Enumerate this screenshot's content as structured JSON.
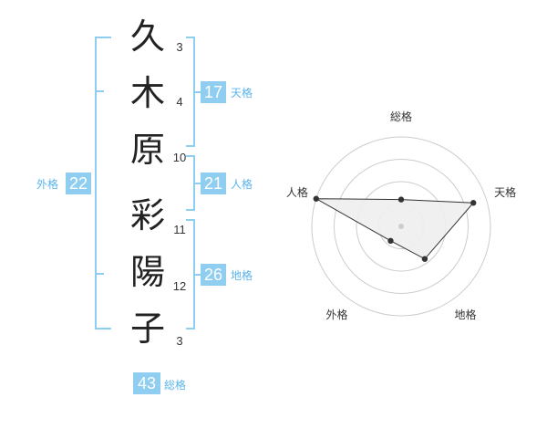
{
  "name": {
    "characters": [
      {
        "char": "久",
        "strokes": "3"
      },
      {
        "char": "木",
        "strokes": "4"
      },
      {
        "char": "原",
        "strokes": "10"
      },
      {
        "char": "彩",
        "strokes": "11"
      },
      {
        "char": "陽",
        "strokes": "12"
      },
      {
        "char": "子",
        "strokes": "3"
      }
    ]
  },
  "fortunes": {
    "tenkaku": {
      "label": "天格",
      "value": "17"
    },
    "jinkaku": {
      "label": "人格",
      "value": "21"
    },
    "chikaku": {
      "label": "地格",
      "value": "26"
    },
    "gaikaku": {
      "label": "外格",
      "value": "22"
    },
    "soukaku": {
      "label": "総格",
      "value": "43"
    }
  },
  "colors": {
    "accent": "#8fcdf1",
    "label_text": "#5ab4ea",
    "radar_fill": "#eeeeee",
    "radar_line": "#333333",
    "ring": "#cccccc"
  },
  "chart_data": {
    "type": "radar",
    "axes": [
      "総格",
      "天格",
      "地格",
      "外格",
      "人格"
    ],
    "values": [
      0.3,
      0.85,
      0.45,
      0.2,
      1.0
    ],
    "range": [
      0,
      1
    ],
    "rings": 4,
    "grid": true
  }
}
